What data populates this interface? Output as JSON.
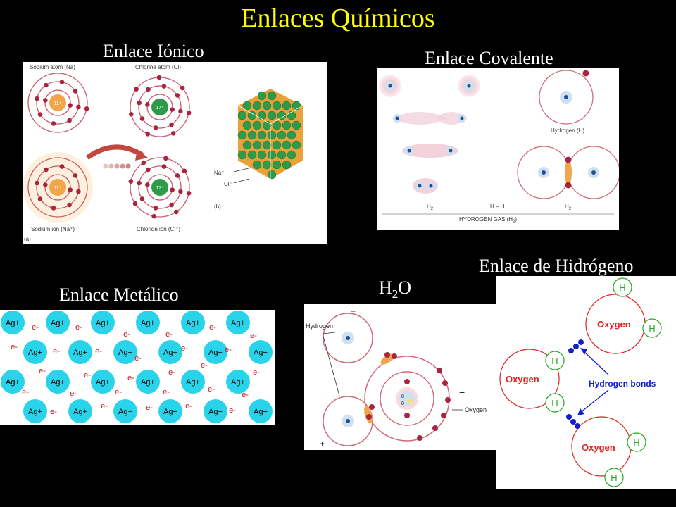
{
  "title": "Enlaces Químicos",
  "sections": {
    "ionic": "Enlace Iónico",
    "covalent": "Enlace Covalente",
    "metallic": "Enlace Metálico",
    "water_base": "H",
    "water_sub": "2",
    "water_end": "O",
    "hydrogen": "Enlace de Hidrógeno"
  },
  "ionic_panel": {
    "sodium_atom": "Sodium atom (Na)",
    "chlorine_atom": "Chlorine atom (Cl)",
    "sodium_ion": "Sodium ion (Na⁺)",
    "chloride_ion": "Chloride ion (Cl⁻)",
    "na_nucleus": "11⁺",
    "cl_nucleus": "17⁺",
    "na_label": "Na⁺",
    "cl_label": "Cl⁻",
    "part_a": "(a)",
    "part_b": "(b)",
    "colors": {
      "sodium": "#f2a64b",
      "chlorine": "#2e9b4a",
      "electron": "#a8243f"
    }
  },
  "covalent_panel": {
    "hydrogen_h": "Hydrogen (H)",
    "h2_left": "H",
    "h2_right": "H",
    "h2_sub": "2",
    "hh": "H – H",
    "gas": "HYDROGEN GAS (H",
    "gas_sub": "2",
    "gas_end": ")"
  },
  "metallic_panel": {
    "ion": "Ag+",
    "electron": "e-",
    "colors": {
      "ion": "#29d4ea",
      "electron": "#c0182a"
    }
  },
  "water_panel": {
    "hydrogen": "Hydrogen",
    "oxygen": "Oxygen",
    "plus": "+",
    "minus": "−",
    "eight": "8"
  },
  "hbond_panel": {
    "oxygen": "Oxygen",
    "h": "H",
    "bonds": "Hydrogen bonds",
    "colors": {
      "oxygen": "#e02020",
      "h": "#22aa22",
      "bond": "#1020d0"
    }
  }
}
